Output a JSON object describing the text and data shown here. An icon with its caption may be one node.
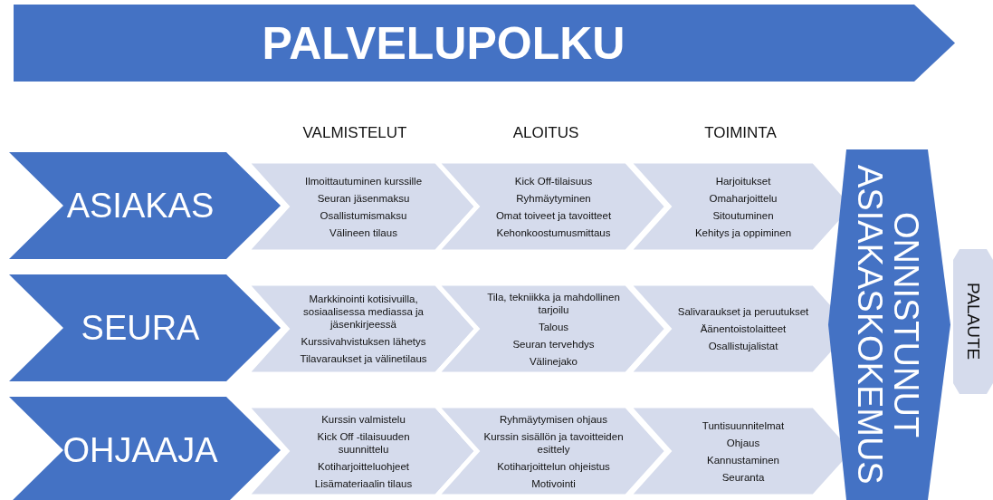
{
  "diagram": {
    "nodes": [
      {
        "text": [
          "PALVELUPOLKU"
        ]
      },
      {
        "text": [
          "ASIAKAS"
        ]
      },
      {
        "text": [
          "Ilmoittautuminen kurssille",
          "Seuran jäsenmaksu",
          "Osallistumismaksu",
          "Välineen tilaus"
        ]
      },
      {
        "text": [
          "Kick Off-tilaisuus",
          "Ryhmäytyminen",
          "Omat toiveet ja tavoitteet",
          "Kehonkoostumusmittaus"
        ]
      },
      {
        "text": [
          "Harjoitukset",
          "Omaharjoittelu",
          "Sitoutuminen",
          "Kehitys ja oppiminen"
        ]
      },
      {
        "text": [
          "SEURA"
        ]
      },
      {
        "text": [
          "Markkinointi kotisivuilla, sosiaalisessa mediassa ja jäsenkirjeessä",
          "Kurssivahvistuksen lähetys",
          "Tilavaraukset ja välinetilaus"
        ]
      },
      {
        "text": [
          "Tila, tekniikka ja mahdollinen tarjoilu",
          "Talous",
          "Seuran tervehdys",
          "Välinejako"
        ]
      },
      {
        "text": [
          "Salivaraukset ja peruutukset",
          "Äänentoistolaitteet",
          "Osallistujalistat"
        ]
      },
      {
        "text": [
          "OHJAAJA"
        ]
      },
      {
        "text": [
          "Kurssin valmistelu",
          "Kick Off -tilaisuuden suunnittelu",
          "Kotiharjoitteluohjeet",
          "Lisämateriaalin tilaus"
        ]
      },
      {
        "text": [
          "Ryhmäytymisen ohjaus",
          "Kurssin sisällön ja tavoitteiden esittely",
          "Kotiharjoittelun ohjeistus",
          "Motivointi"
        ]
      },
      {
        "text": [
          "Tuntisuunnitelmat",
          "Ohjaus",
          "Kannustaminen",
          "Seuranta"
        ]
      },
      {
        "text": [
          "ONNISTUNUT ASIAKASKOKEMUS"
        ]
      },
      {
        "text": [
          "PALAUTE"
        ]
      }
    ],
    "labels": [
      "VALMISTELUT",
      "ALOITUS",
      "TOIMINTA"
    ]
  }
}
